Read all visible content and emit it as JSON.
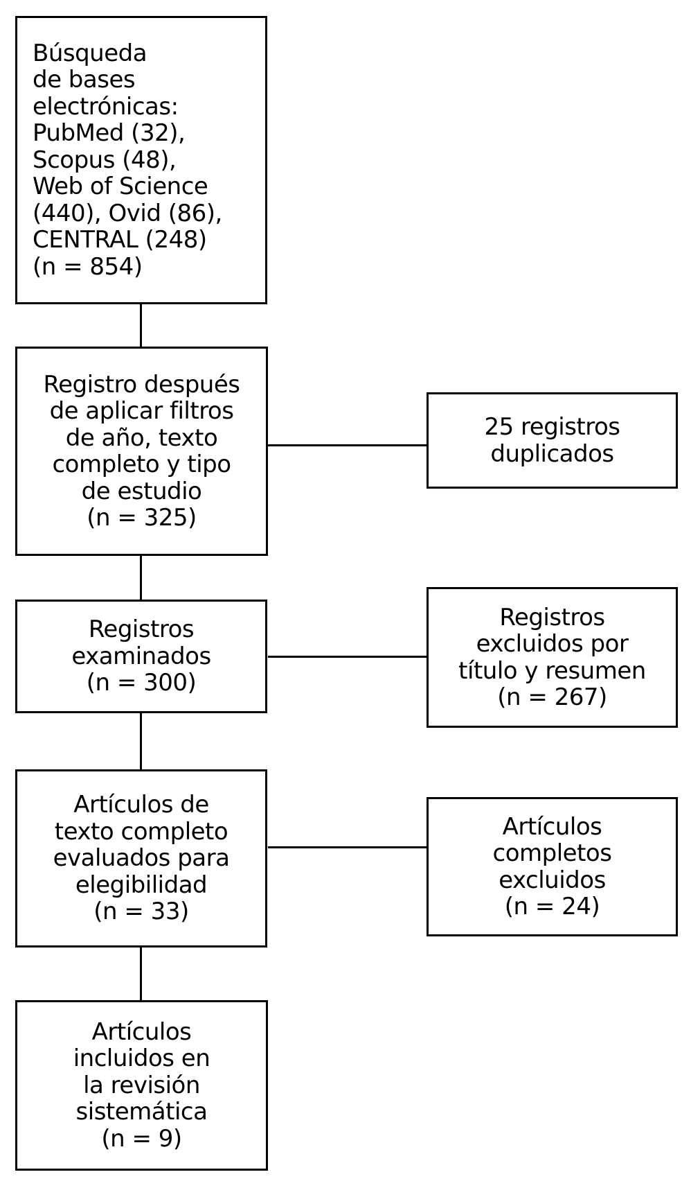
{
  "diagram": {
    "type": "prisma-flowchart",
    "language": "es",
    "colors": {
      "border": "#000000",
      "background": "#ffffff",
      "text": "#000000"
    },
    "boxes": {
      "search": {
        "text": "Búsqueda\nde bases\nelectrónicas:\nPubMed (32),\nScopus (48),\nWeb of Science\n(440), Ovid (86),\nCENTRAL (248)\n(n = 854)",
        "n": 854
      },
      "filtered": {
        "text": "Registro después\nde aplicar filtros\nde año, texto\ncompleto y tipo\nde estudio\n(n = 325)",
        "n": 325
      },
      "screened": {
        "text": "Registros\nexaminados\n(n = 300)",
        "n": 300
      },
      "fulltext_assessed": {
        "text": "Artículos de\ntexto completo\nevaluados para\nelegibilidad\n(n = 33)",
        "n": 33
      },
      "included": {
        "text": "Artículos\nincluidos en\nla revisión\nsistemática\n(n = 9)",
        "n": 9
      },
      "duplicates": {
        "text": "25 registros\nduplicados",
        "n": 25
      },
      "excluded_title_abstract": {
        "text": "Registros\nexcluidos por\ntítulo y resumen\n(n = 267)",
        "n": 267
      },
      "excluded_fulltext": {
        "text": "Artículos\ncompletos\nexcluidos\n(n = 24)",
        "n": 24
      }
    }
  }
}
